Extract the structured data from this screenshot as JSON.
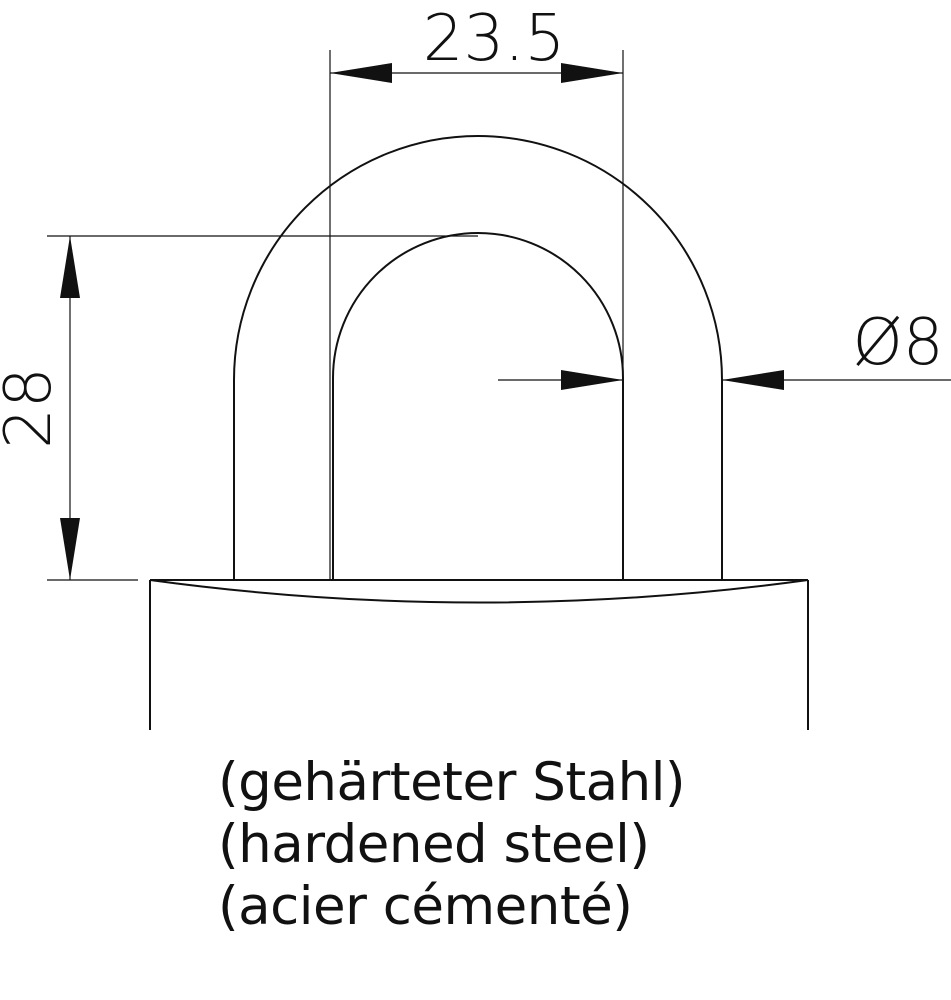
{
  "drawing": {
    "dimension_width": "23.5",
    "dimension_height": "28",
    "dimension_diameter": "Ø8",
    "line_color": "#111111"
  },
  "captions": {
    "de": "(gehärteter Stahl)",
    "en": "(hardened steel)",
    "fr": "(acier cémenté)"
  }
}
